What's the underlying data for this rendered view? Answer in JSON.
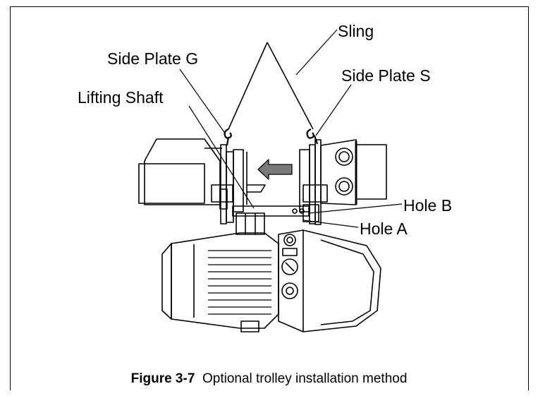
{
  "labels": {
    "sling": "Sling",
    "side_plate_g": "Side Plate G",
    "side_plate_s": "Side Plate S",
    "lifting_shaft": "Lifting Shaft",
    "hole_b": "Hole B",
    "hole_a": "Hole A"
  },
  "caption": {
    "number": "Figure 3-7",
    "text": "Optional trolley installation method"
  },
  "colors": {
    "line": "#000000",
    "body": "#ffffff",
    "arrow": "#7a7a7a"
  }
}
